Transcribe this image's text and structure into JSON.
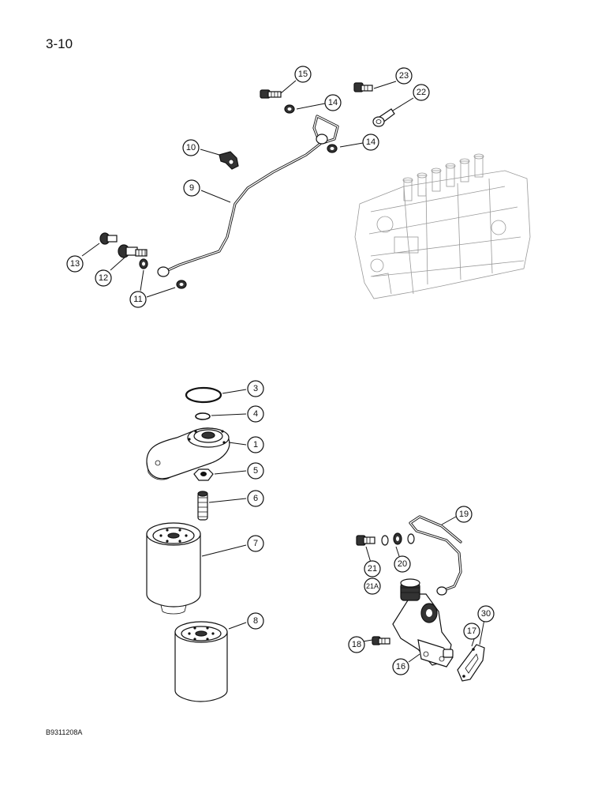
{
  "page": {
    "number": "3-10",
    "figure_code": "B9311208A"
  },
  "callouts": {
    "c1": "1",
    "c3": "3",
    "c4": "4",
    "c5": "5",
    "c6": "6",
    "c7": "7",
    "c8": "8",
    "c9": "9",
    "c10": "10",
    "c11": "11",
    "c12": "12",
    "c13": "13",
    "c14a": "14",
    "c14b": "14",
    "c15": "15",
    "c16": "16",
    "c17": "17",
    "c18": "18",
    "c19": "19",
    "c20": "20",
    "c21": "21",
    "c21a": "21A",
    "c22": "22",
    "c23": "23",
    "c30": "30"
  }
}
